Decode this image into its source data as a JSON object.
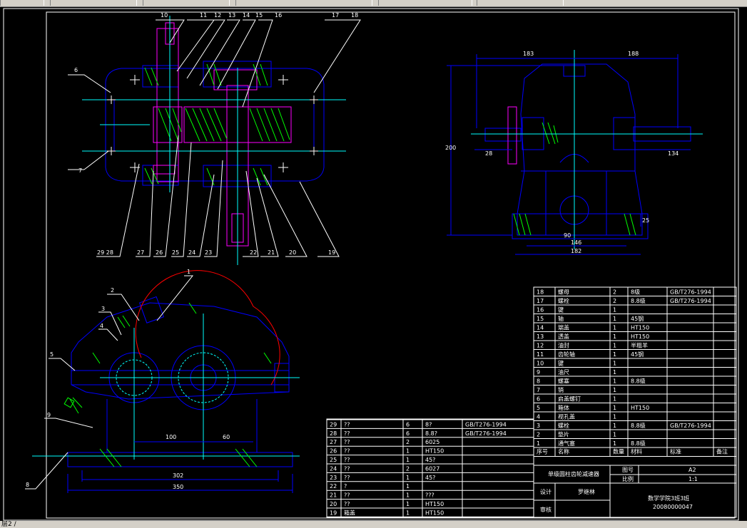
{
  "status_text": "层2 /",
  "colors": {
    "background": "#000000",
    "frame": "#ffffff",
    "outline": "#0000ff",
    "centerline": "#00ffff",
    "part": "#ff00ff",
    "hatch": "#00ff00",
    "text": "#ffffff",
    "gear": "#ff0000"
  },
  "balloons_top": [
    "10",
    "11",
    "12",
    "13",
    "14",
    "15",
    "16",
    "17",
    "18",
    "6",
    "7",
    "29 28",
    "27",
    "26",
    "25",
    "24",
    "23",
    "22",
    "21",
    "20",
    "19"
  ],
  "balloons_front": [
    "1",
    "2",
    "3",
    "4",
    "5",
    "9",
    "8"
  ],
  "dimensions": {
    "front_center": "100",
    "front_gear": "60",
    "front_width1": "302",
    "front_width2": "350",
    "side_left": "183",
    "side_right": "188",
    "side_height": "200",
    "side_shaft_left": "28",
    "side_shaft_right": "134",
    "side_foot": "90",
    "side_base1": "146",
    "side_base2": "182",
    "side_foot_h": "25"
  },
  "bom_upper": [
    {
      "no": "18",
      "name": "螺母",
      "qty": "2",
      "mat": "8级",
      "std": "GB/T276-1994"
    },
    {
      "no": "17",
      "name": "螺栓",
      "qty": "2",
      "mat": "8.8级",
      "std": "GB/T276-1994"
    },
    {
      "no": "16",
      "name": "键",
      "qty": "1",
      "mat": "",
      "std": ""
    },
    {
      "no": "15",
      "name": "轴",
      "qty": "1",
      "mat": "45钢",
      "std": ""
    },
    {
      "no": "14",
      "name": "端盖",
      "qty": "1",
      "mat": "HT150",
      "std": ""
    },
    {
      "no": "13",
      "name": "透盖",
      "qty": "1",
      "mat": "HT150",
      "std": ""
    },
    {
      "no": "12",
      "name": "油封",
      "qty": "1",
      "mat": "半粗羊",
      "std": ""
    },
    {
      "no": "11",
      "name": "齿轮轴",
      "qty": "1",
      "mat": "45钢",
      "std": ""
    },
    {
      "no": "10",
      "name": "键",
      "qty": "1",
      "mat": "",
      "std": ""
    },
    {
      "no": "9",
      "name": "油尺",
      "qty": "1",
      "mat": "",
      "std": ""
    },
    {
      "no": "8",
      "name": "螺塞",
      "qty": "1",
      "mat": "8.8级",
      "std": ""
    },
    {
      "no": "7",
      "name": "销",
      "qty": "1",
      "mat": "",
      "std": ""
    },
    {
      "no": "6",
      "name": "启盖螺钉",
      "qty": "1",
      "mat": "",
      "std": ""
    },
    {
      "no": "5",
      "name": "箱体",
      "qty": "1",
      "mat": "HT150",
      "std": ""
    },
    {
      "no": "4",
      "name": "视孔盖",
      "qty": "1",
      "mat": "",
      "std": ""
    },
    {
      "no": "3",
      "name": "螺栓",
      "qty": "1",
      "mat": "8.8级",
      "std": "GB/T276-1994"
    },
    {
      "no": "2",
      "name": "垫片",
      "qty": "1",
      "mat": "",
      "std": ""
    },
    {
      "no": "1",
      "name": "通气塞",
      "qty": "1",
      "mat": "8.8级",
      "std": ""
    }
  ],
  "bom_header": {
    "no": "序号",
    "name": "名称",
    "qty": "数量",
    "mat": "材料",
    "std": "标准",
    "note": "备注"
  },
  "bom_lower": [
    {
      "no": "29",
      "name": "??",
      "qty": "6",
      "mat": "8?",
      "std": "GB/T276-1994"
    },
    {
      "no": "28",
      "name": "??",
      "qty": "6",
      "mat": "8.8?",
      "std": "GB/T276-1994"
    },
    {
      "no": "27",
      "name": "??",
      "qty": "2",
      "mat": "6025",
      "std": ""
    },
    {
      "no": "26",
      "name": "??",
      "qty": "1",
      "mat": "HT150",
      "std": ""
    },
    {
      "no": "25",
      "name": "??",
      "qty": "1",
      "mat": "45?",
      "std": ""
    },
    {
      "no": "24",
      "name": "??",
      "qty": "2",
      "mat": "6027",
      "std": ""
    },
    {
      "no": "23",
      "name": "??",
      "qty": "1",
      "mat": "45?",
      "std": ""
    },
    {
      "no": "22",
      "name": "?",
      "qty": "1",
      "mat": "",
      "std": ""
    },
    {
      "no": "21",
      "name": "??",
      "qty": "1",
      "mat": "???",
      "std": ""
    },
    {
      "no": "20",
      "name": "??",
      "qty": "1",
      "mat": "HT150",
      "std": ""
    },
    {
      "no": "19",
      "name": "箱盖",
      "qty": "1",
      "mat": "HT150",
      "std": ""
    }
  ],
  "title_block": {
    "drawing_name": "单级圆柱齿轮减速器",
    "label_sheet": "图号",
    "val_sheet": "A2",
    "label_scale": "比例",
    "val_scale": "1:1",
    "label_design": "设计",
    "designer": "罗继林",
    "label_review": "审核",
    "school_line1": "数学学院3班3班",
    "school_line2": "20080000047"
  }
}
